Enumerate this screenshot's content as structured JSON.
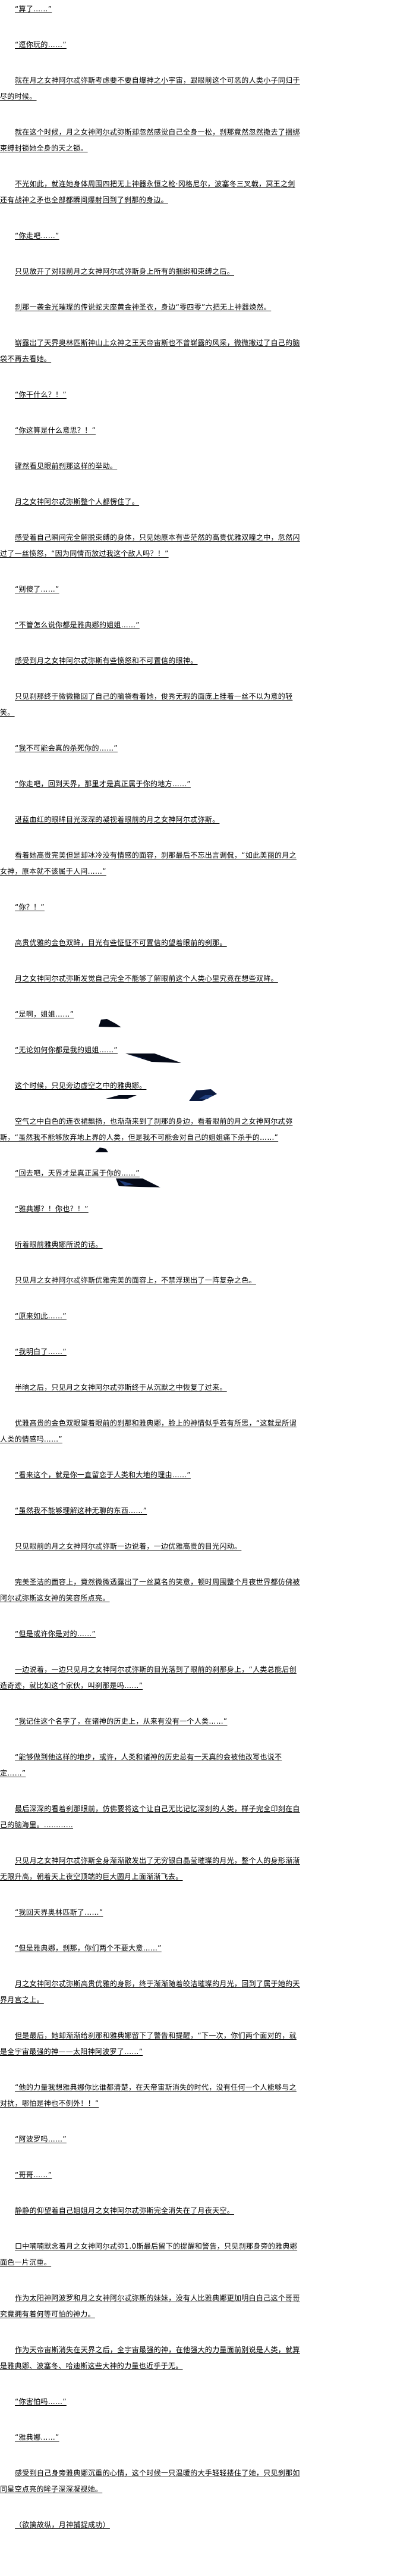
{
  "paragraphs": [
    "“算了……”",
    "“逗你玩的……”",
    "就在月之女神阿尔忒弥斯考虑要不要自爆神之小宇宙，跟眼前这个可恶的人类小子同归于尽的时候。",
    "就在这个时候，月之女神阿尔忒弥斯却忽然感觉自己全身一松，刹那竟然忽然撤去了捆绑束缚封锁她全身的天之锁。",
    "不光如此，就连她身体周围四把无上神器永恒之枪·冈格尼尔，波塞冬三叉戟，冥王之剑还有战神之矛也全部都瞬间爆射回到了刹那的身边。",
    "“你走吧……”",
    "只见放开了对眼前月之女神阿尔忒弥斯身上所有的捆绑和束缚之后。",
    "刹那一袭金光璀璨的传说蛇夫座黄金神圣衣，身边“零四零”六把无上神器焕然。",
    "崭露出了天界奥林匹斯神山上众神之王天帝宙斯也不曾崭露的风采，微微撇过了自己的脑袋不再去看她。",
    "“你干什么？！”",
    "“你这算是什么意思？！”",
    "骤然看见眼前刹那这样的举动。",
    "月之女神阿尔忒弥斯整个人都愣住了。",
    "感受着自己瞬间完全解脱束缚的身体，只见她原本有些茫然的高贵优雅双瞳之中，忽然闪过了一丝愤怒，“因为同情而放过我这个敌人吗？！”",
    "“别傻了……”",
    "“不管怎么说你都是雅典娜的姐姐……”",
    "感受到月之女神阿尔忒弥斯有些愤怒和不可置信的眼神。",
    "只见刹那终于微微撇回了自己的脑袋看着她，俊秀无瑕的面庞上挂着一丝不以为意的轻笑。",
    "“我不可能会真的杀死你的……”",
    "“你走吧，回到天界，那里才是真正属于你的地方……”",
    "湛蓝血红的眼眸目光深深的凝视着眼前的月之女神阿尔忒弥斯。",
    "看着她高贵完美但是却冰冷没有情感的面容，刹那最后不忘出言调侃，“如此美丽的月之女神，原本就不该属于人间……”",
    "“你？！”",
    "高贵优雅的金色双眸，目光有些怔怔不可置信的望着眼前的刹那。",
    "月之女神阿尔忒弥斯发觉自己完全不能够了解眼前这个人类心里究竟在想些双眸。",
    "“是啊，姐姐……”",
    "“无论如何你都是我的姐姐……”",
    "这个时候，只见旁边虚空之中的雅典娜。",
    "空气之中白色的连衣裙飘扬，也渐渐来到了刹那的身边，看着眼前的月之女神阿尔忒弥斯，“虽然我不能够放弃地上界的人类，但是我不可能会对自己的姐姐痛下杀手的……”",
    "“回去吧，天界才是真正属于你的……”",
    "“雅典娜？！你也？！”",
    "听着眼前雅典娜所说的话。",
    "只见月之女神阿尔忒弥斯优雅完美的面容上，不禁浮现出了一阵复杂之色。",
    "“原来如此……”",
    "“我明白了……”",
    "半晌之后，只见月之女神阿尔忒弥斯终于从沉默之中恢复了过来。",
    "优雅高贵的金色双眼望着眼前的刹那和雅典娜，脸上的神情似乎若有所思，“这就是所谓人类的情感吗……”",
    "“看来这个，就是你一直留恋于人类和大地的理由……”",
    "“虽然我不能够理解这种无聊的东西……”",
    "只见眼前的月之女神阿尔忒弥斯一边说着，一边优雅高贵的目光闪动。",
    "完美圣洁的面容上，竟然微微透露出了一丝莫名的笑意，顿时周围整个月夜世界都仿佛被阿尔忒弥斯这女神的笑容所点亮。",
    "“但是或许你是对的……”",
    "一边说着，一边只见月之女神阿尔忒弥斯的目光落到了眼前的刹那身上，“人类总能后创造奇迹，就比如这个家伙，叫刹那是吗……”",
    "“我记住这个名字了，在诸神的历史上，从来有没有一个人类……”",
    "“能够做到他这样的地步，或许，人类和诸神的历史总有一天真的会被他改写也说不定……”",
    "最后深深的看着刹那眼前，仿佛要将这个让自己无比记忆深刻的人类，样子完全印刻在自己的脑海里。…………",
    "只见月之女神阿尔忒弥斯全身渐渐散发出了无穷银白晶莹璀璨的月光，整个人的身形渐渐无限升高，朝着天上夜空顶端的巨大圆月上面渐渐飞去。",
    "“我回天界奥林匹斯了……”",
    "“但是雅典娜，刹那，你们两个不要大意……”",
    "月之女神阿尔忒弥斯高贵优雅的身影，终于渐渐随着皎洁璀璨的月光，回到了属于她的天界月宫之上。",
    "但是最后，她却渐渐给刹那和雅典娜留下了警告和提醒，“下一次，你们两个面对的，就是全宇宙最强的神——太阳神阿波罗了……”",
    "“他的力量我想雅典娜你比谁都清楚，在天帝宙斯消失的时代，没有任何一个人能够与之对抗，哪怕是神也不例外！！”",
    "“阿波罗吗……”",
    "“哥哥……”",
    "静静的仰望着自己姐姐月之女神阿尔忒弥斯完全消失在了月夜天空。",
    "口中喃喃默念着月之女神阿尔忒弥1.0斯最后留下的提醒和警告，只见刹那身旁的雅典娜面色一片沉重。",
    "作为太阳神阿波罗和月之女神阿尔忒弥斯的妹妹，没有人比雅典娜更加明白自己这个哥哥究竟拥有着何等可怕的神力。",
    "作为天帝宙斯消失在天界之后，全宇宙最强的神，在他强大的力量面前别说是人类，就算是雅典娜、波塞冬、哈迪斯这些大神的力量也近乎于无。",
    "“你害怕吗……”",
    "“雅典娜……”",
    "感受到自己身旁雅典娜沉重的心情，这个时候一只温暖的大手轻轻搂住了她，只见刹那如同星空点亮的眸子深深凝视她。",
    "（欲擒故纵，月神捕捉成功）"
  ],
  "colors": {
    "text": "#000000",
    "background": "#ffffff",
    "artifact": "#0b1a3f"
  }
}
